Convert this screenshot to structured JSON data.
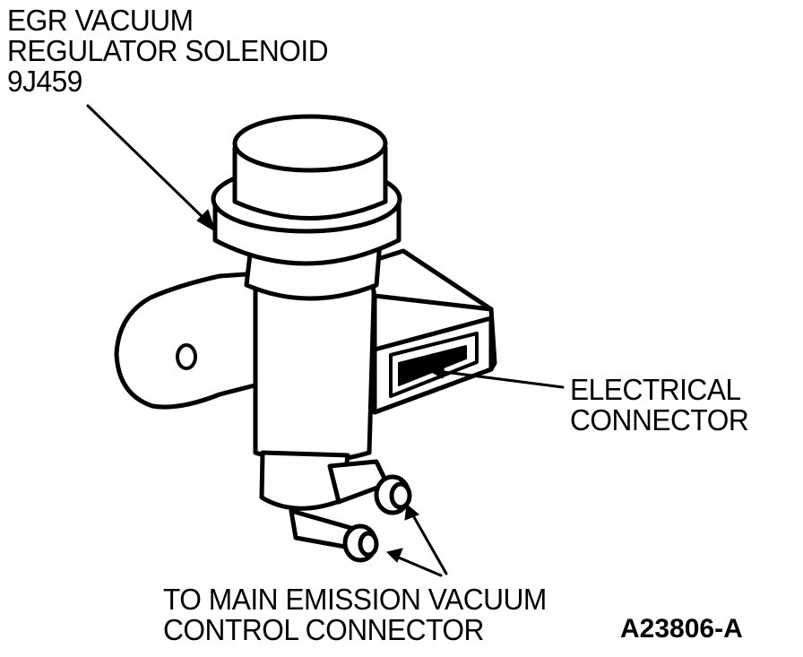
{
  "labels": {
    "solenoid": {
      "line1": "EGR VACUUM",
      "line2": "REGULATOR SOLENOID",
      "line3": "9J459"
    },
    "electrical": {
      "line1": "ELECTRICAL",
      "line2": "CONNECTOR"
    },
    "vacuum": {
      "line1": "TO MAIN EMISSION VACUUM",
      "line2": "CONTROL CONNECTOR"
    }
  },
  "figure_id": "A23806-A",
  "colors": {
    "ink": "#000000",
    "paper": "#ffffff"
  }
}
